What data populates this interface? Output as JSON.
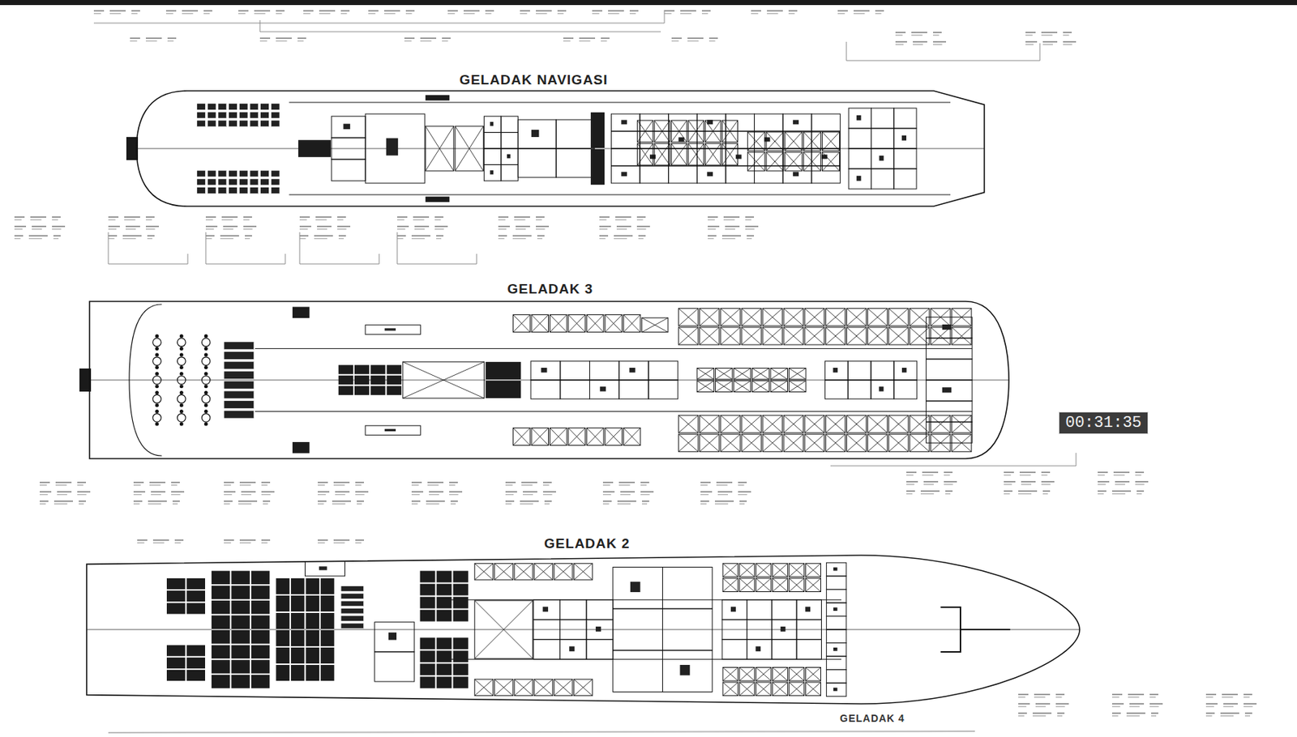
{
  "diagram": {
    "nodes": [
      {
        "text": [
          "GELADAK NAVIGASI"
        ]
      },
      {
        "text": [
          "GELADAK 3"
        ]
      },
      {
        "text": [
          "GELADAK 2"
        ]
      },
      {
        "text": [
          "00:31:35"
        ]
      }
    ],
    "labels": [
      "GELADAK 4"
    ]
  }
}
